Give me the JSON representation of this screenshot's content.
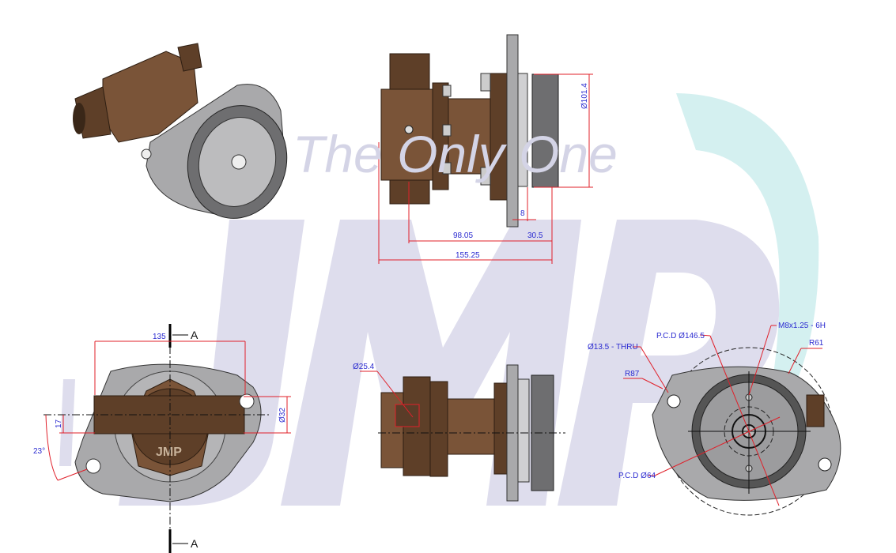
{
  "watermark": {
    "tagline": "The Only One",
    "logo": "JMP",
    "color": "#dedded",
    "accent": "#d4f0f0"
  },
  "views": {
    "side": {
      "dia_gear": "Ø101.4",
      "dim_8": "8",
      "dim_98": "98.05",
      "dim_30": "30.5",
      "dim_total": "155.25"
    },
    "front": {
      "section_label_top": "A",
      "section_label_bottom": "A",
      "width": "135",
      "offset": "17",
      "angle": "23°",
      "port_dia": "Ø32",
      "cover_logo": "JMP"
    },
    "section": {
      "port_dia": "Ø25.4"
    },
    "rear": {
      "hole": "Ø13.5 - THRU",
      "pcd_outer": "P.C.D Ø146.5",
      "thread": "M8x1.25 - 6H",
      "r61": "R61",
      "r87": "R87",
      "pcd_inner": "P.C.D Ø64"
    }
  },
  "colors": {
    "dimension_line": "#e0202a",
    "dimension_text": "#2a2ad0",
    "bronze": "#5e3f28"
  }
}
